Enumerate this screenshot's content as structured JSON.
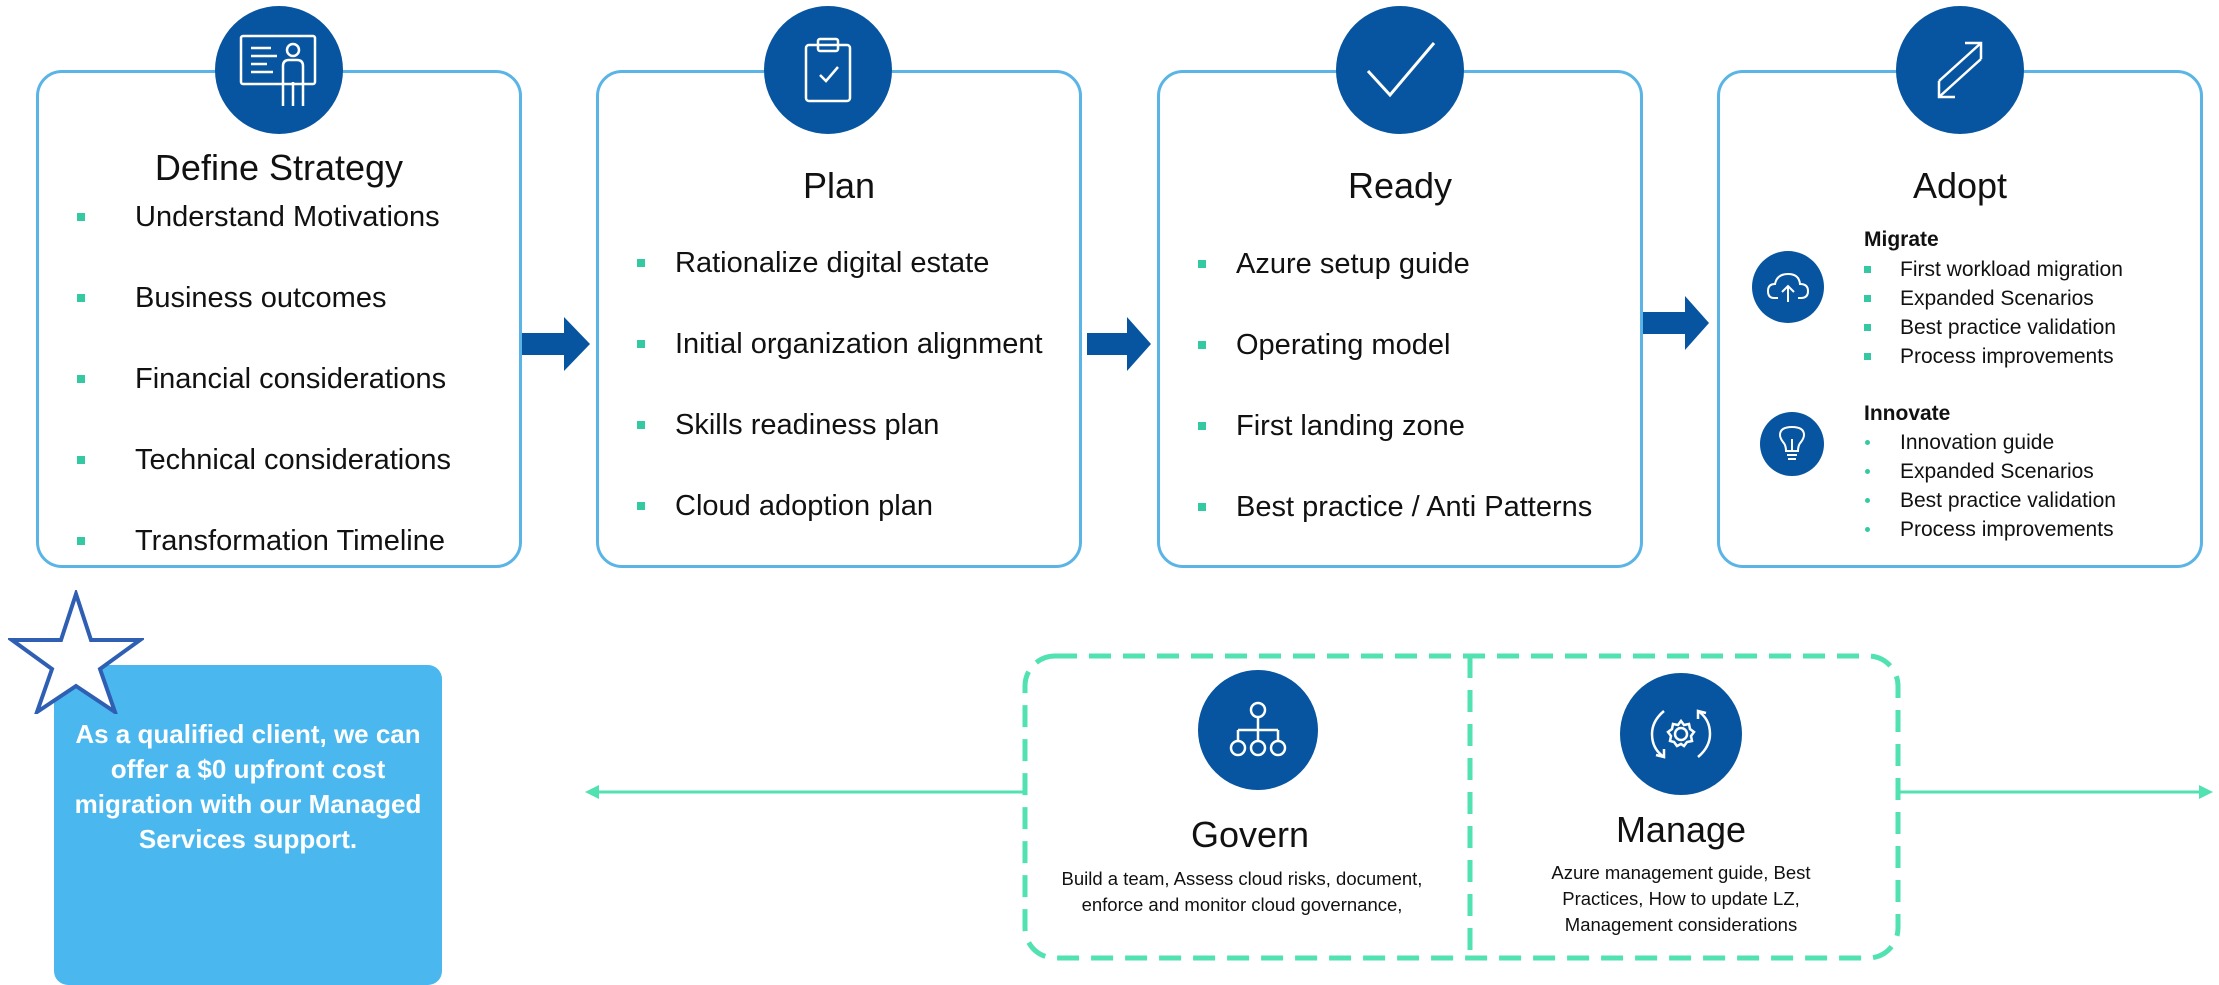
{
  "colors": {
    "primary": "#0755a0",
    "card_border": "#5ab4e5",
    "accent": "#35c9a3",
    "promo_bg": "#4bb7ef",
    "arrow": "#0755a0"
  },
  "strategy": {
    "title": "Define Strategy",
    "icon": "presentation-icon",
    "items": [
      "Understand Motivations",
      "Business outcomes",
      "Financial considerations",
      "Technical considerations",
      "Transformation Timeline"
    ]
  },
  "plan": {
    "title": "Plan",
    "icon": "clipboard-check-icon",
    "items": [
      "Rationalize digital estate",
      "Initial organization alignment",
      "Skills readiness plan",
      "Cloud adoption plan"
    ]
  },
  "ready": {
    "title": "Ready",
    "icon": "checkmark-icon",
    "items": [
      "Azure setup guide",
      "Operating model",
      "First landing zone",
      "Best practice / Anti Patterns"
    ]
  },
  "adopt": {
    "title": "Adopt",
    "icon": "migrate-arrows-icon",
    "migrate": {
      "heading": "Migrate",
      "icon": "cloud-upload-icon",
      "items": [
        "First workload migration",
        "Expanded Scenarios",
        "Best practice validation",
        "Process improvements"
      ]
    },
    "innovate": {
      "heading": "Innovate",
      "icon": "lightbulb-icon",
      "items": [
        "Innovation guide",
        "Expanded Scenarios",
        "Best practice validation",
        "Process improvements"
      ]
    }
  },
  "promo": {
    "icon": "star-icon",
    "text": "As a qualified client, we can offer a $0 upfront cost migration with our Managed Services support."
  },
  "govern": {
    "title": "Govern",
    "icon": "hierarchy-icon",
    "description": "Build a team, Assess cloud risks, document, enforce and monitor cloud governance,"
  },
  "manage": {
    "title": "Manage",
    "icon": "gear-cycle-icon",
    "description": "Azure management guide, Best Practices,  How to update LZ, Management considerations"
  }
}
